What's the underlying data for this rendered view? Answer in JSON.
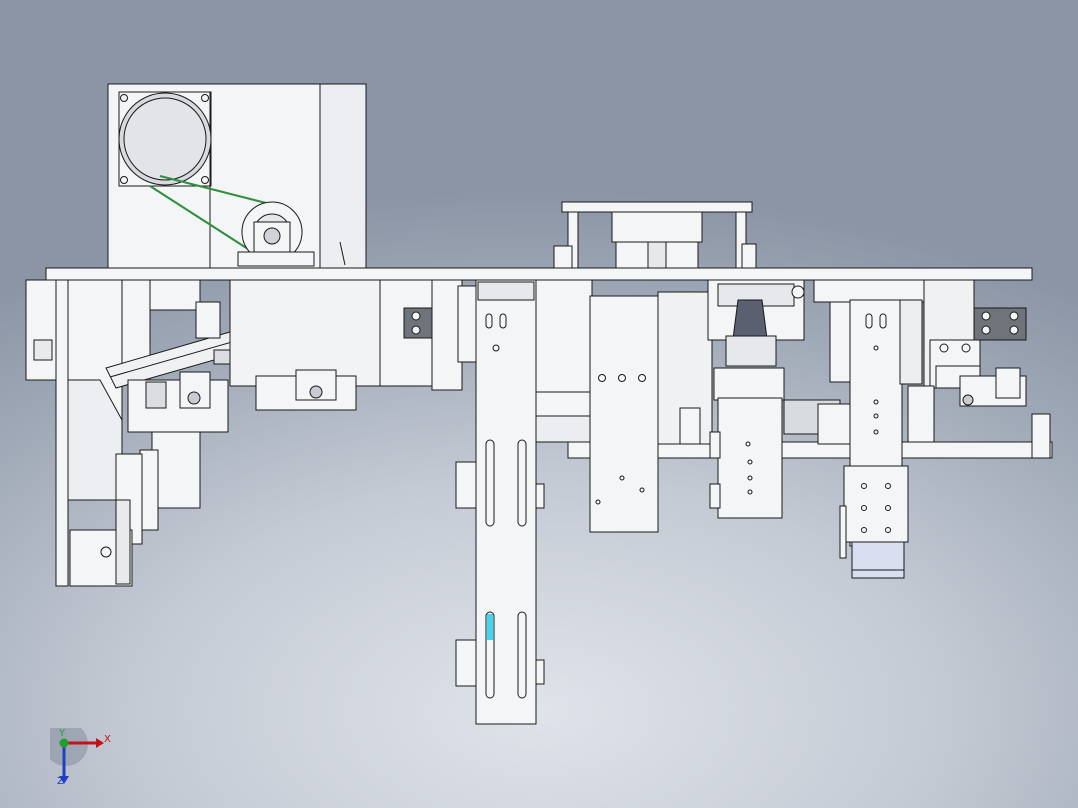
{
  "viewport": {
    "background_top": "#8b95a5",
    "background_bottom": "#dfe3ea",
    "model_line_color": "#1a1a1a",
    "model_face_color": "#f4f5f7"
  },
  "model": {
    "view": "front",
    "highlight_color": "#3fd6f0",
    "belt_color": "#2f8f3a"
  },
  "triad": {
    "x_label": "X",
    "y_label": "Y",
    "z_label": "Z",
    "x_color": "#c0141b",
    "y_color": "#1ea12a",
    "z_color": "#1f3fc5"
  }
}
